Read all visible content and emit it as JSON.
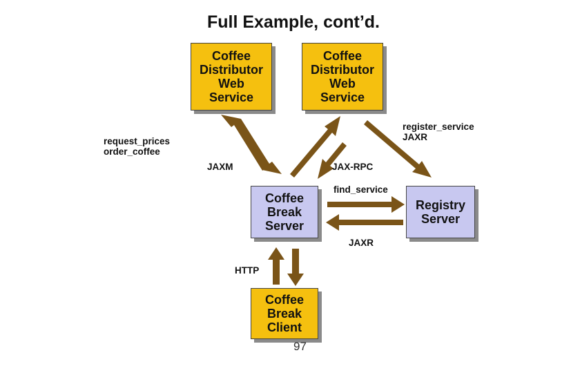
{
  "slide": {
    "title": "Full Example, cont’d.",
    "page_number": "97"
  },
  "nodes": {
    "distributor_1": [
      "Coffee",
      "Distributor",
      "Web",
      "Service"
    ],
    "distributor_2": [
      "Coffee",
      "Distributor",
      "Web",
      "Service"
    ],
    "break_server": [
      "Coffee",
      "Break",
      "Server"
    ],
    "registry_server": [
      "Registry",
      "Server"
    ],
    "break_client": [
      "Coffee",
      "Break",
      "Client"
    ]
  },
  "labels": {
    "request_prices": "request_prices",
    "order_coffee": "order_coffee",
    "jaxm": "JAXM",
    "jax_rpc": "JAX-RPC",
    "register_service": "register_service",
    "jaxr_top": "JAXR",
    "find_service": "find_service",
    "jaxr_bottom": "JAXR",
    "http": "HTTP"
  },
  "colors": {
    "service_box": "#f5c00f",
    "server_box": "#c8c8f0",
    "arrow": "#7a5418"
  }
}
